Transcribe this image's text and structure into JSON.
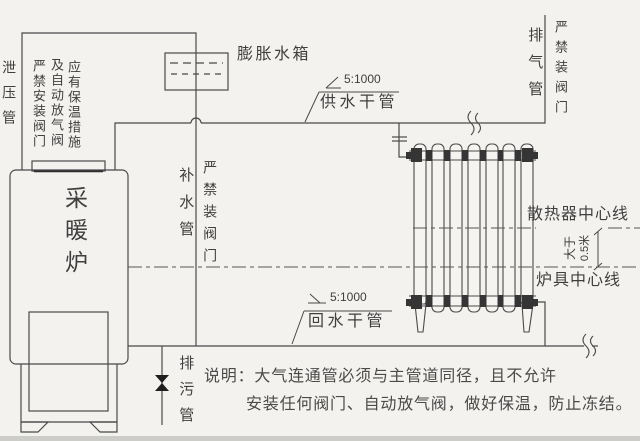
{
  "colors": {
    "background": "#f3f2ef",
    "line": "#4a4a4a",
    "dark_fill": "#353535",
    "text": "#3f3f3f",
    "bottom_strip": "#cccdc9"
  },
  "labels": {
    "relief_pipe": "泄压管",
    "furnace_note_col1": "严禁安装阀门",
    "furnace_note_col2": "及自动放气阀",
    "furnace_note_col3": "应有保温措施",
    "expansion_tank": "膨胀水箱",
    "supply_slope": "5:1000",
    "supply_main": "供水干管",
    "makeup_pipe": "补水管",
    "makeup_note": "严禁装阀门",
    "exhaust_pipe": "排气管",
    "exhaust_note": "严禁装阀门",
    "radiator_centerline": "散热器中心线",
    "dim_text_col1": "大于",
    "dim_text_col2": "0.5米",
    "furnace_centerline": "炉具中心线",
    "return_slope": "5:1000",
    "return_main": "回水干管",
    "drain_pipe": "排污管",
    "furnace": "采暖炉"
  },
  "notes": {
    "line1": "说明：大气连通管必须与主管道同径，且不允许",
    "line2": "安装任何阀门、自动放气阀，做好保温，防止冻结。"
  }
}
